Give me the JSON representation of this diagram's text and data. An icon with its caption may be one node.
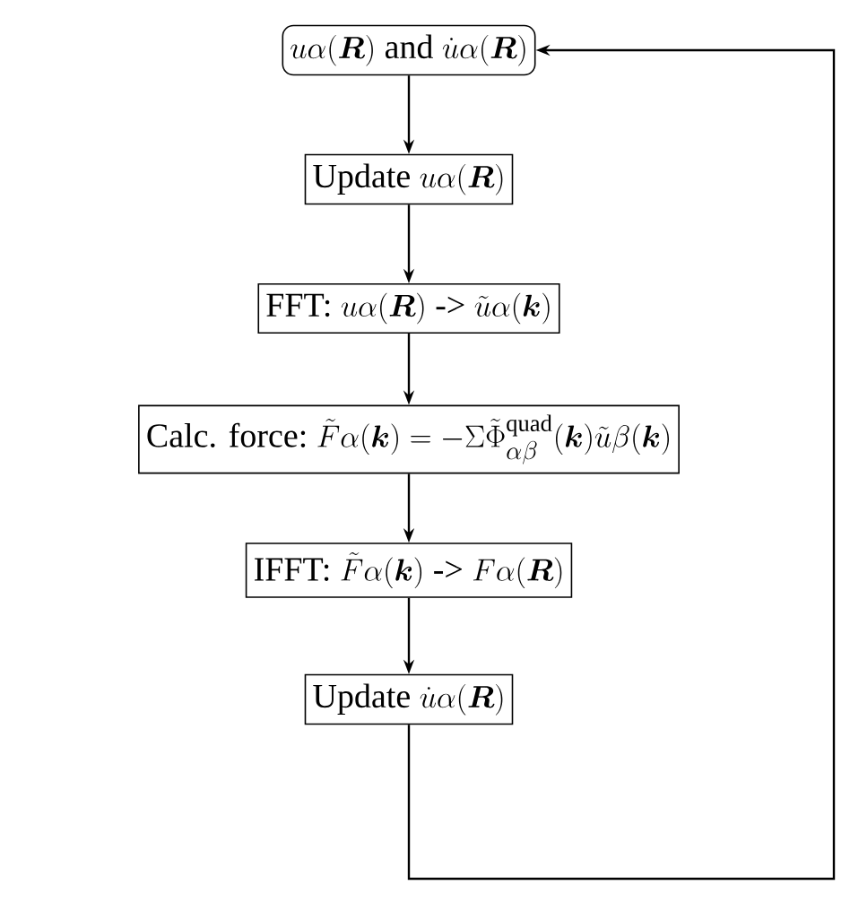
{
  "diagram": {
    "nodes": [
      {
        "text": [
          "u\\alpha(\\bm{R})\\ \\textrm{and}\\ \\dot{u}\\alpha(\\bm{R})"
        ]
      },
      {
        "text": [
          "\\textrm{Update}\\ u\\alpha(\\bm{R})"
        ]
      },
      {
        "text": [
          "\\textrm{FFT:}\\ u\\alpha(\\bm{R})\\ \\textrm{->}\\ \\tilde{u}\\alpha(\\bm{k})"
        ]
      },
      {
        "text": [
          "\\textrm{Calc. force:}\\ \\tilde{F}\\alpha(\\bm{k}) = -\\Sigma\\tilde{\\Phi}^{\\textrm{quad}}_{\\alpha\\beta}(\\bm{k})\\tilde{u}\\beta(\\bm{k})"
        ]
      },
      {
        "text": [
          "\\textrm{IFFT:}\\ \\tilde{F}\\alpha(\\bm{k})\\ \\textrm{->}\\ F\\alpha(\\bm{R})"
        ]
      },
      {
        "text": [
          "\\textrm{Update}\\ \\dot{u}\\alpha(\\bm{R})"
        ]
      }
    ],
    "edges": [
      {
        "from": 0,
        "to": 1,
        "arrow": "to"
      },
      {
        "from": 1,
        "to": 2,
        "arrow": "to"
      },
      {
        "from": 2,
        "to": 3,
        "arrow": "to"
      },
      {
        "from": 3,
        "to": 4,
        "arrow": "to"
      },
      {
        "from": 4,
        "to": 5,
        "arrow": "to"
      },
      {
        "from": 5,
        "to": 0,
        "arrow": "to"
      }
    ]
  }
}
